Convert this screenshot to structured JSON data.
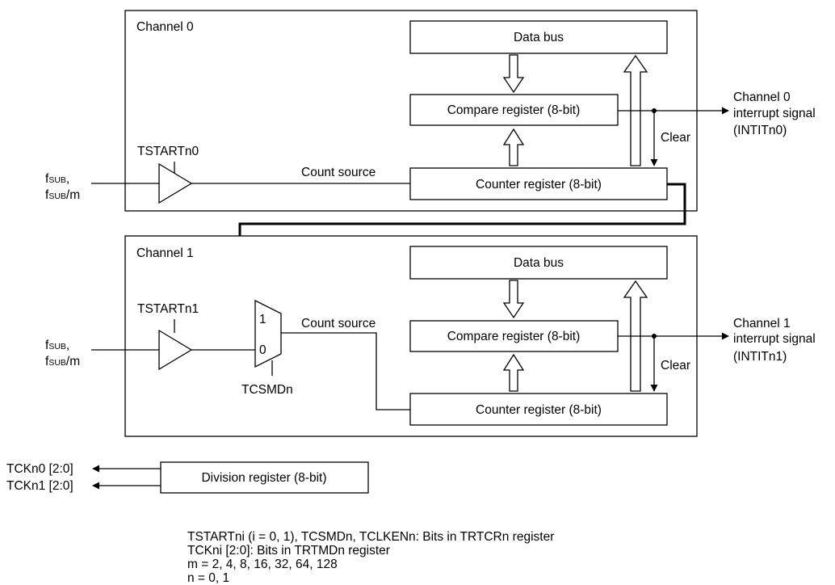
{
  "channel0": {
    "title": "Channel 0",
    "data_bus": "Data bus",
    "compare_register": "Compare register (8-bit)",
    "counter_register": "Counter register (8-bit)",
    "clear": "Clear",
    "tstart": "TSTARTn0",
    "count_source": "Count source",
    "output": [
      "Channel 0",
      "interrupt signal",
      "(INTITn0)"
    ],
    "clock_input": {
      "line1_main": "f",
      "line1_sub": "SUB",
      "line1_tail": ",",
      "line2_main": "f",
      "line2_sub": "SUB",
      "line2_tail": "/m"
    }
  },
  "channel1": {
    "title": "Channel 1",
    "data_bus": "Data bus",
    "compare_register": "Compare register (8-bit)",
    "counter_register": "Counter register (8-bit)",
    "clear": "Clear",
    "tstart": "TSTARTn1",
    "count_source": "Count source",
    "mux_input_1": "1",
    "mux_input_0": "0",
    "mux_select": "TCSMDn",
    "output": [
      "Channel 1",
      "interrupt signal",
      "(INTITn1)"
    ],
    "clock_input": {
      "line1_main": "f",
      "line1_sub": "SUB",
      "line1_tail": ",",
      "line2_main": "f",
      "line2_sub": "SUB",
      "line2_tail": "/m"
    }
  },
  "division": {
    "register": "Division register (8-bit)",
    "out0": "TCKn0 [2:0]",
    "out1": "TCKn1 [2:0]"
  },
  "notes": [
    "TSTARTni (i = 0, 1), TCSMDn, TCLKENn: Bits in TRTCRn register",
    "TCKni [2:0]: Bits in TRTMDn register",
    "m = 2, 4, 8, 16, 32, 64, 128",
    "n = 0, 1"
  ]
}
